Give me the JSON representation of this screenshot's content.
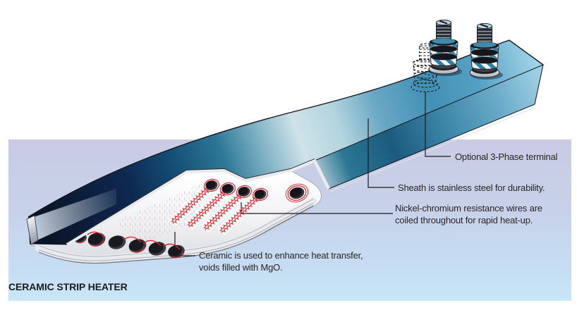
{
  "title": "CERAMIC STRIP HEATER",
  "callouts": {
    "terminal": "Optional 3-Phase terminal",
    "sheath": "Sheath is stainless steel for durability.",
    "wires_line1": "Nickel-chromium resistance wires are",
    "wires_line2": "coiled throughout for rapid heat-up.",
    "ceramic_line1": "Ceramic is used to enhance heat transfer,",
    "ceramic_line2": "voids filled with MgO."
  },
  "colors": {
    "panel_lavender_top": "#c9cbe3",
    "panel_blue_bottom": "#c9e7f9",
    "sheath_dark_navy": "#0c1e3c",
    "sheath_steel_blue": "#4290b6",
    "coil_red": "#d8232a",
    "ceramic_white": "#f0f0f3",
    "label_text": "#2a2523"
  }
}
